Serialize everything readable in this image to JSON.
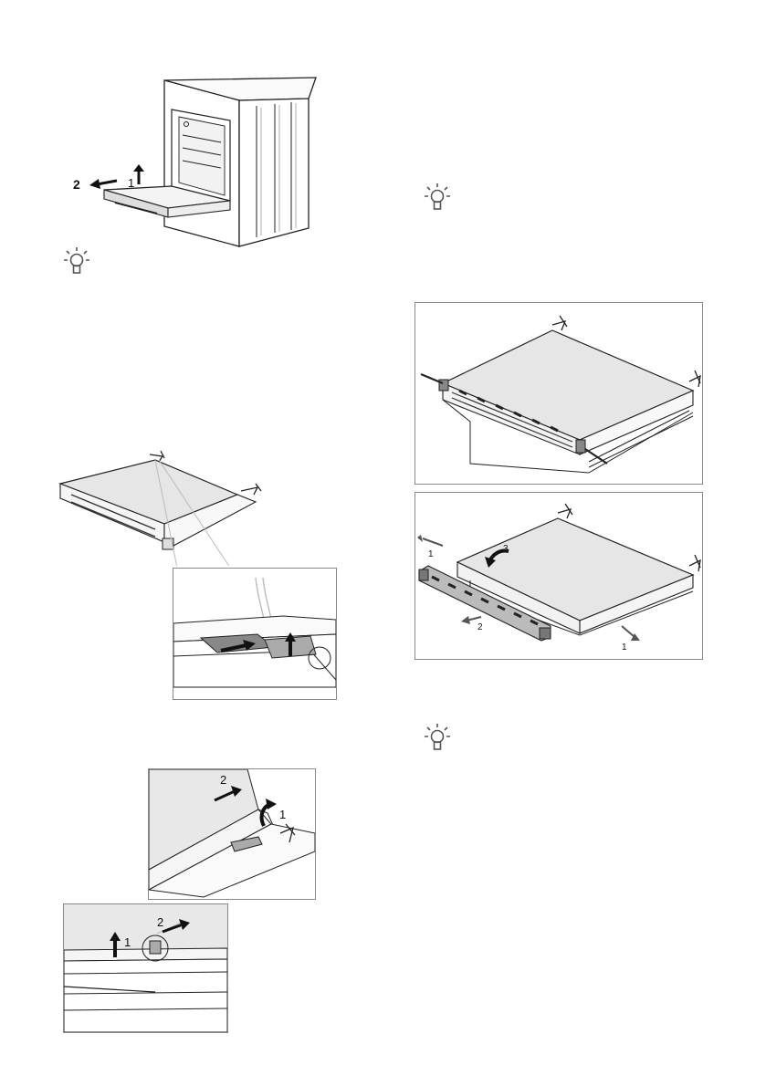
{
  "figures": {
    "cooker": {
      "step1": "1",
      "step2": "2"
    },
    "door_inset": {},
    "door_top_a": {
      "step1": "1",
      "step2": "2"
    },
    "door_top_b": {
      "step1": "1",
      "step2": "2"
    },
    "door_side": {
      "step1": "1",
      "step2": "1",
      "step3": "2",
      "step4": "3"
    }
  },
  "icons": [
    "tip-icon",
    "tip-icon",
    "tip-icon"
  ],
  "colors": {
    "line": "#222222",
    "panel": "#e6e6e6",
    "frame": "#888888",
    "dark": "#555555"
  }
}
